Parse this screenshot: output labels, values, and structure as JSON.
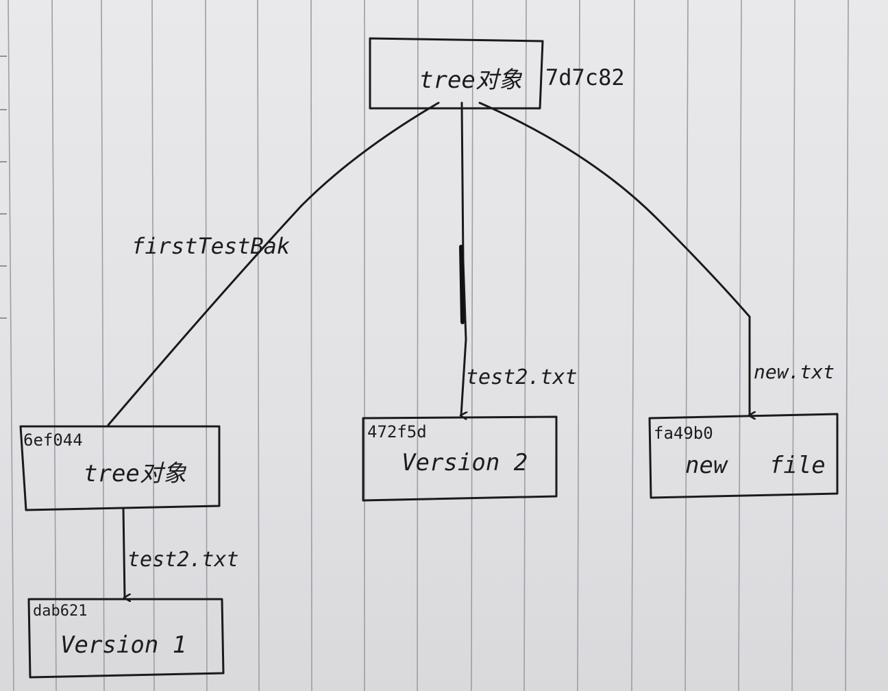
{
  "diagram": {
    "nodes": {
      "root_tree": {
        "label": "tree对象",
        "hash": "7d7c82"
      },
      "sub_tree": {
        "label": "tree对象",
        "hash": "6ef044"
      },
      "blob_v1": {
        "label": "Version 1",
        "hash": "dab621"
      },
      "blob_v2": {
        "label": "Version 2",
        "hash": "472f5d"
      },
      "blob_new": {
        "label": "new   file",
        "hash": "fa49b0"
      }
    },
    "edges": {
      "root_to_subtree": {
        "label": "firstTestBak"
      },
      "root_to_v2": {
        "label": "test2.txt"
      },
      "root_to_new": {
        "label": "new.txt"
      },
      "subtree_to_v1": {
        "label": "test2.txt"
      }
    }
  }
}
